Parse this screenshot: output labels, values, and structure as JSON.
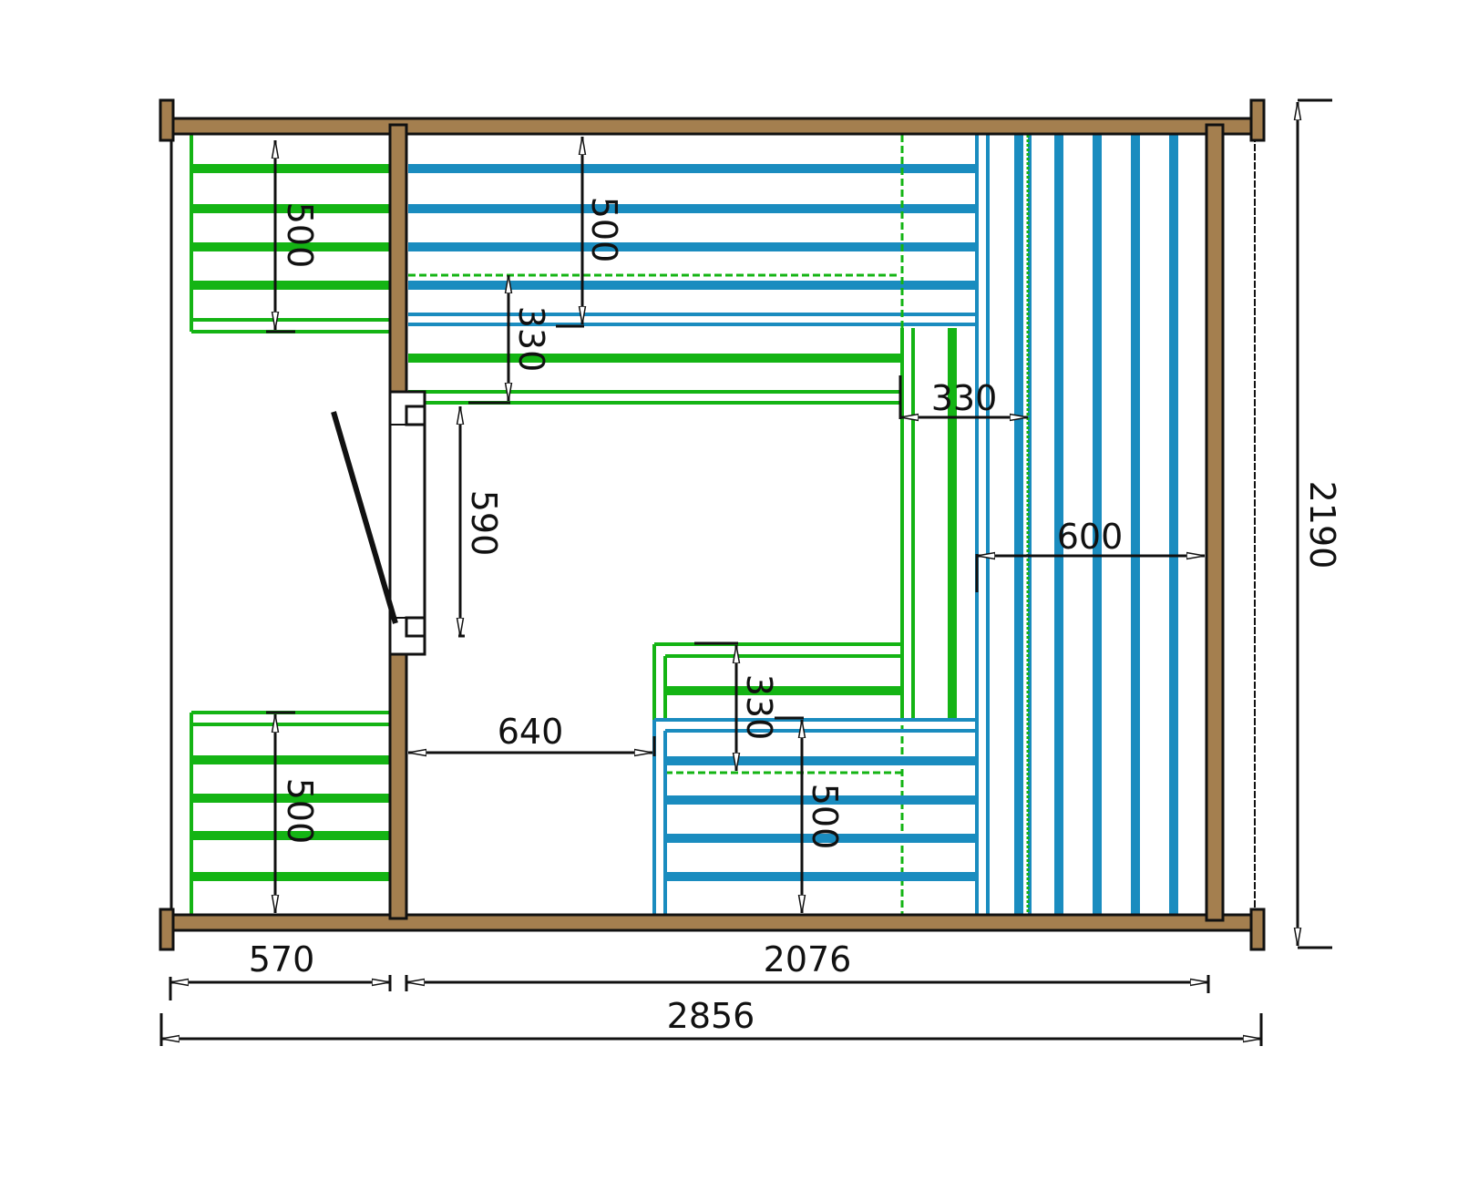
{
  "colors": {
    "wall_wood": "#a47f4f",
    "wall_outline": "#111111",
    "bench_green": "#14b414",
    "bench_blue": "#1a8cbf",
    "dimension": "#111111"
  },
  "dimensions": {
    "left_upper_bench_depth": "500",
    "main_upper_bench_depth": "500",
    "upper_step_depth": "330",
    "door_gap": "590",
    "side_step_depth": "330",
    "right_bench_depth": "600",
    "lower_step_depth": "330",
    "lower_bench_depth": "500",
    "left_lower_bench_depth": "500",
    "passage_width": "640",
    "total_height": "2190",
    "left_room_width": "570",
    "main_room_width": "2076",
    "total_width": "2856"
  }
}
